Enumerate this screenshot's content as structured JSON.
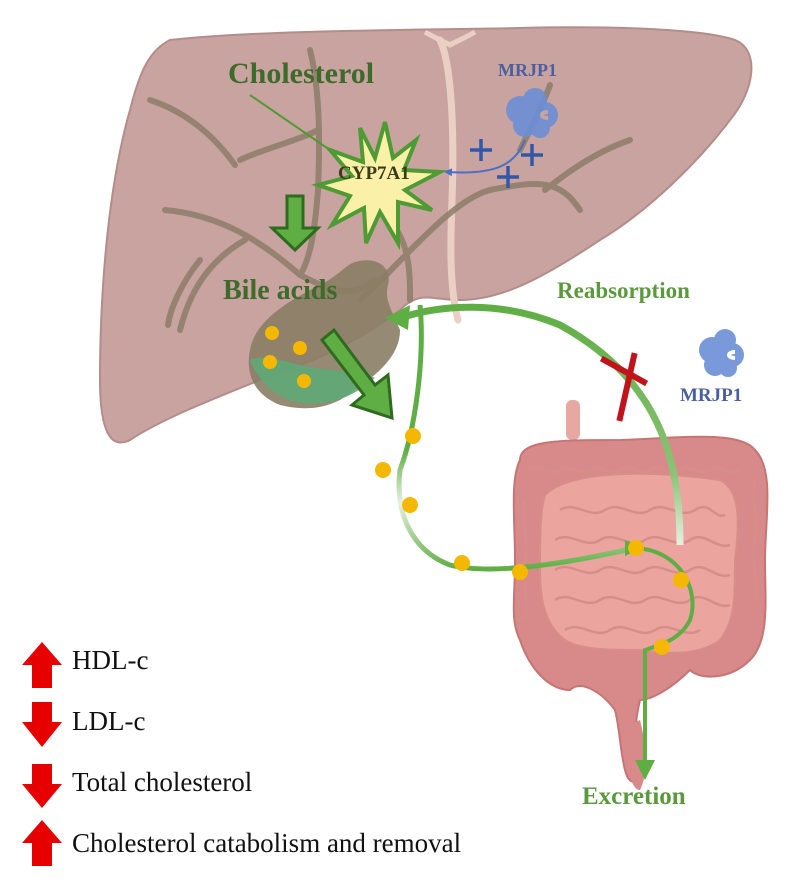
{
  "labels": {
    "cholesterol": "Cholesterol",
    "cyp7a1": "CYP7A1",
    "mrjp1_liver": "MRJP1",
    "bile_acids": "Bile acids",
    "reabsorption": "Reabsorption",
    "mrjp1_gut": "MRJP1",
    "excretion": "Excretion"
  },
  "legend": [
    {
      "direction": "up",
      "text": "HDL-c"
    },
    {
      "direction": "down",
      "text": "LDL-c"
    },
    {
      "direction": "down",
      "text": "Total cholesterol"
    },
    {
      "direction": "up",
      "text": "Cholesterol catabolism and removal"
    }
  ],
  "colors": {
    "liver": "#c9a3a0",
    "text_green": "#3d6b2a",
    "arrow_green": "#5fae44",
    "mrjp1_blue": "#6b8fd6",
    "bile_dot": "#f5b800",
    "inhibit_red": "#c0131b",
    "legend_red": "#e60000"
  }
}
